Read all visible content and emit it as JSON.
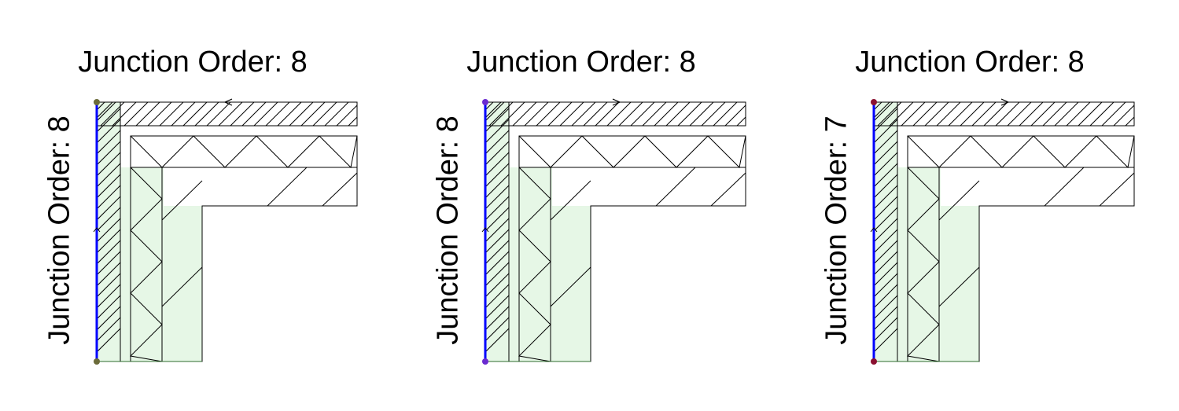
{
  "panels": [
    {
      "top_label": "Junction Order: 8",
      "side_label": "Junction Order: 8",
      "corner_dot_color": "#6b6b3a",
      "top_arrow": "left"
    },
    {
      "top_label": "Junction Order: 8",
      "side_label": "Junction Order: 8",
      "corner_dot_color": "#6a2bd0",
      "top_arrow": "right"
    },
    {
      "top_label": "Junction Order: 8",
      "side_label": "Junction Order: 7",
      "corner_dot_color": "#8a1030",
      "top_arrow": "right"
    }
  ],
  "colors": {
    "wall_highlight": "#e6f7e6",
    "wall_outline": "#2e6b2e",
    "reference_line": "#0000ff",
    "linework": "#000000"
  }
}
